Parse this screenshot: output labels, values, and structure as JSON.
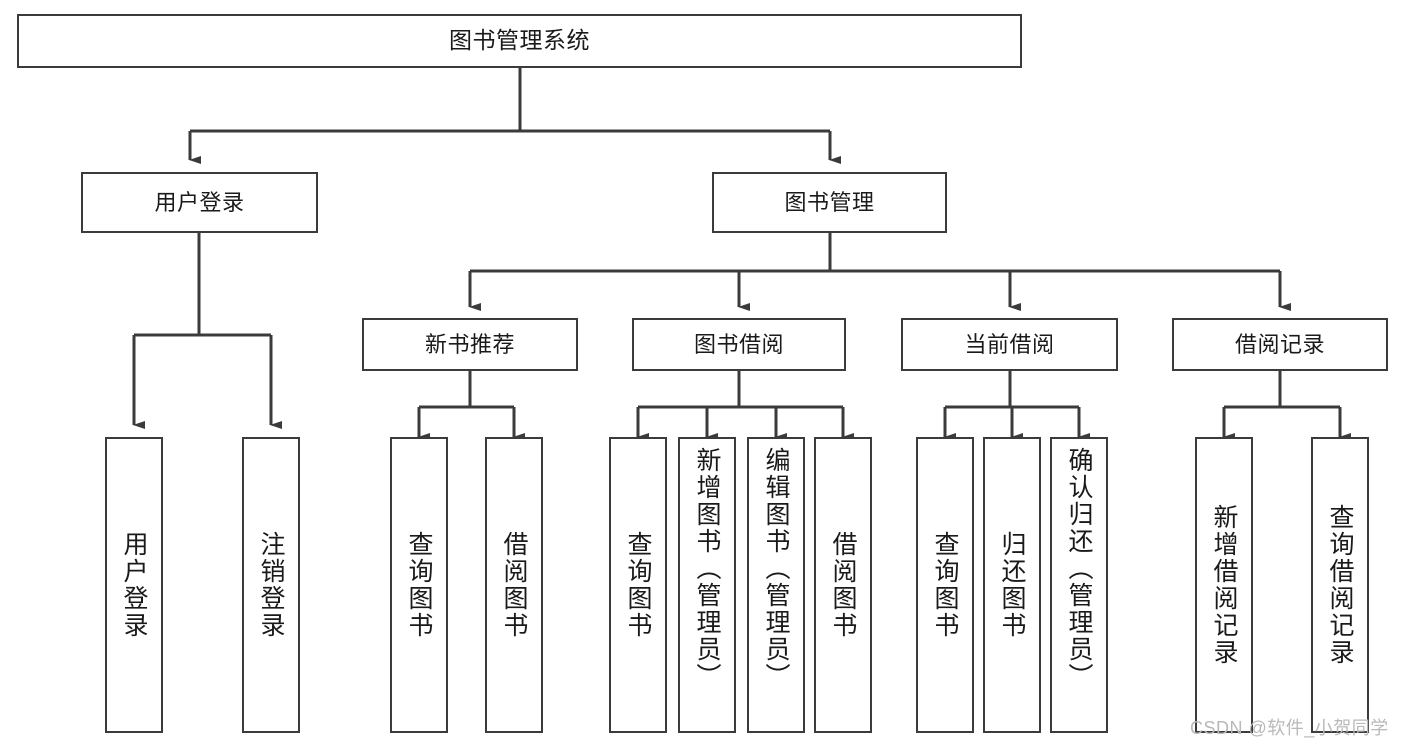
{
  "diagram": {
    "type": "tree",
    "title": "图书管理系统",
    "orientation": "top-down",
    "line_color": "#3b3b3b",
    "box_fill": "#ffffff",
    "text_color": "#1a1a1a"
  },
  "root": {
    "label": "图书管理系统"
  },
  "level1": [
    {
      "label": "用户登录"
    },
    {
      "label": "图书管理"
    }
  ],
  "level2": [
    {
      "label": "新书推荐"
    },
    {
      "label": "图书借阅"
    },
    {
      "label": "当前借阅"
    },
    {
      "label": "借阅记录"
    }
  ],
  "leaves": {
    "user_login": [
      {
        "label": "用户登录"
      },
      {
        "label": "注销登录"
      }
    ],
    "new_book": [
      {
        "label": "查询图书"
      },
      {
        "label": "借阅图书"
      }
    ],
    "book_borrow": [
      {
        "label": "查询图书"
      },
      {
        "label": "新增图书（管理员）"
      },
      {
        "label": "编辑图书（管理员）"
      },
      {
        "label": "借阅图书"
      }
    ],
    "current_borrow": [
      {
        "label": "查询图书"
      },
      {
        "label": "归还图书"
      },
      {
        "label": "确认归还（管理员）"
      }
    ],
    "borrow_record": [
      {
        "label": "新增借阅记录"
      },
      {
        "label": "查询借阅记录"
      }
    ]
  },
  "watermark": {
    "text": "CSDN @软件_小贺同学"
  }
}
